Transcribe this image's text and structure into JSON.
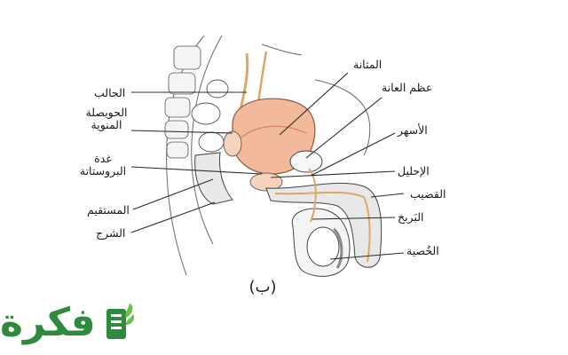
{
  "diagram": {
    "caption": "(ب)",
    "labels": {
      "bladder": "المثانة",
      "pubic_bone": "عظم العانة",
      "ureter": "الحالب",
      "seminal_vesicle_line1": "الحويصلة",
      "seminal_vesicle_line2": "المنوية",
      "vas_deferens": "الأسهر",
      "prostate_line1": "غدة",
      "prostate_line2": "البروستاتة",
      "urethra": "الإحليل",
      "penis": "القضيب",
      "rectum": "المستقيم",
      "epididymis": "البَربخ",
      "anus": "الشرج",
      "testis": "الخُصية"
    },
    "colors": {
      "bladder_fill": "#f2b99a",
      "duct": "#d9a86a",
      "line": "#2b2b2b",
      "brand": "#2e8a3c"
    }
  },
  "brand": {
    "text": "فكرة",
    "icon": "notebook-leaf-icon"
  }
}
